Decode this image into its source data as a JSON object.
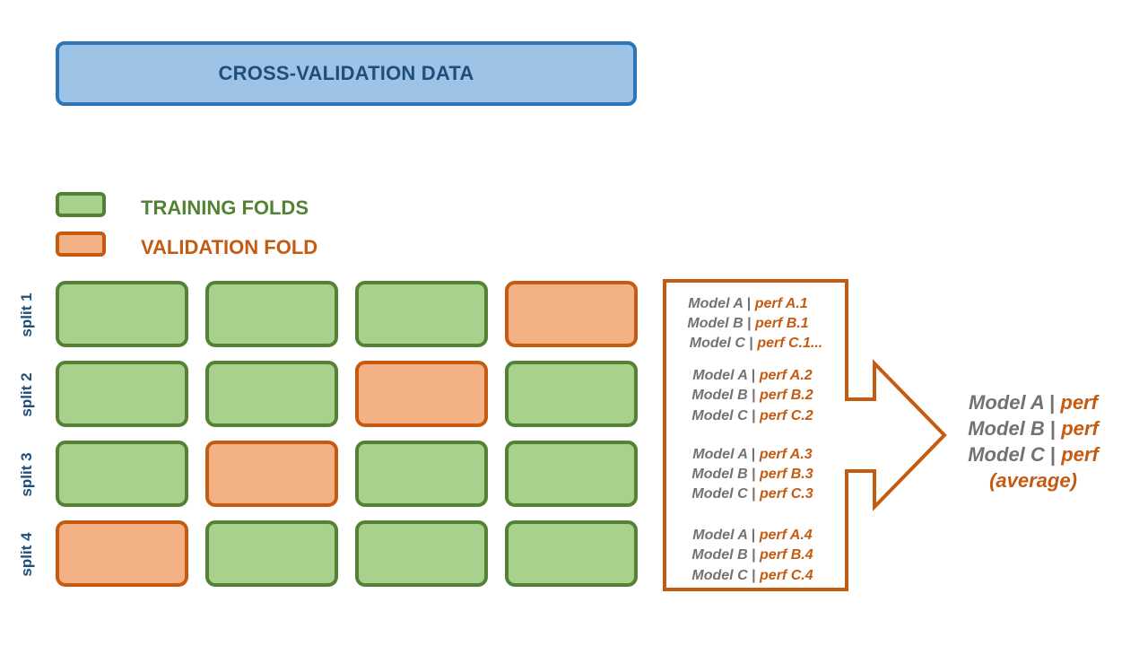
{
  "header": {
    "title": "CROSS-VALIDATION DATA"
  },
  "legend": {
    "training": "TRAINING FOLDS",
    "validation": "VALIDATION FOLD"
  },
  "colors": {
    "header_fill": "#9dc3e6",
    "header_border": "#2e75b6",
    "header_text": "#1f4e79",
    "train_fill": "#a9d18e",
    "train_border": "#548235",
    "val_fill": "#f4b183",
    "val_border": "#c55a11",
    "model_text": "#767171"
  },
  "splits": [
    {
      "label": "split 1",
      "folds": [
        "train",
        "train",
        "train",
        "val"
      ],
      "results": [
        {
          "model": "Model A",
          "sep": "|",
          "perf": "perf A.1"
        },
        {
          "model": "Model B",
          "sep": "|",
          "perf": "perf B.1"
        },
        {
          "model": "Model C",
          "sep": "|",
          "perf": "perf C.1..."
        }
      ]
    },
    {
      "label": "split 2",
      "folds": [
        "train",
        "train",
        "val",
        "train"
      ],
      "results": [
        {
          "model": "Model A",
          "sep": "|",
          "perf": "perf A.2"
        },
        {
          "model": "Model B",
          "sep": "|",
          "perf": "perf B.2"
        },
        {
          "model": "Model C",
          "sep": "|",
          "perf": "perf C.2"
        }
      ]
    },
    {
      "label": "split 3",
      "folds": [
        "train",
        "val",
        "train",
        "train"
      ],
      "results": [
        {
          "model": "Model A",
          "sep": "|",
          "perf": "perf A.3"
        },
        {
          "model": "Model B",
          "sep": "|",
          "perf": "perf B.3"
        },
        {
          "model": "Model C",
          "sep": "|",
          "perf": "perf C.3"
        }
      ]
    },
    {
      "label": "split 4",
      "folds": [
        "val",
        "train",
        "train",
        "train"
      ],
      "results": [
        {
          "model": "Model A",
          "sep": "|",
          "perf": "perf A.4"
        },
        {
          "model": "Model B",
          "sep": "|",
          "perf": "perf B.4"
        },
        {
          "model": "Model C",
          "sep": "|",
          "perf": "perf C.4"
        }
      ]
    }
  ],
  "final": {
    "lines": [
      {
        "model": "Model A",
        "sep": "|",
        "perf": "perf"
      },
      {
        "model": "Model B",
        "sep": "|",
        "perf": "perf"
      },
      {
        "model": "Model C",
        "sep": "|",
        "perf": "perf"
      }
    ],
    "note": "(average)"
  }
}
